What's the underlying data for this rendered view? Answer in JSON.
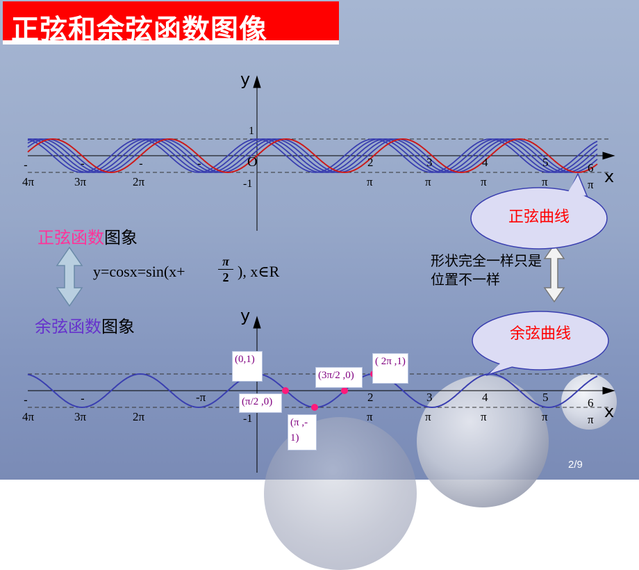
{
  "title": "正弦和余弦函数图像",
  "top_graph": {
    "y_label": "y",
    "x_label": "x",
    "one": "1",
    "neg_one": "-1",
    "origin": "O",
    "ticks_top": [
      "-",
      "-",
      "-",
      "-",
      "2",
      "3",
      "4",
      "5",
      "6"
    ],
    "ticks_bottom": [
      "4π",
      "3π",
      "2π",
      "π",
      "π",
      "π",
      "π",
      "π"
    ]
  },
  "left_labels": {
    "sine_colored": "正弦函数",
    "sine_suffix": "图象",
    "cosine_colored": "余弦函数",
    "cosine_suffix": "图象"
  },
  "formula": {
    "lead": "y=cosx=sin(x+",
    "frac_num": "π",
    "frac_den": "2",
    "tail": "),  x∈R"
  },
  "note": "形状完全一样只是位置不一样",
  "bubbles": {
    "sine": "正弦曲线",
    "cosine": "余弦曲线"
  },
  "bottom_graph": {
    "y_label": "y",
    "x_label": "x",
    "neg_one": "-1",
    "ticks_top": [
      "-",
      "-",
      "-π",
      "2",
      "3",
      "4",
      "5",
      "6"
    ],
    "ticks_bottom": [
      "4π",
      "3π",
      "2π",
      "π",
      "π",
      "π",
      "π",
      "π"
    ],
    "point_labels": [
      "(0,1)",
      "(π/2 ,0)",
      "(3π/2 ,0)",
      "(π ,-1)",
      "( 2π ,1)"
    ]
  },
  "page": "2/9",
  "colors": {
    "sine": "#cc1a1a",
    "shift": "#3a3fb0",
    "cosine": "#3a3fb0",
    "point": "#ff1a7a",
    "pink_text": "#ff3399",
    "purple_text": "#6633cc"
  }
}
